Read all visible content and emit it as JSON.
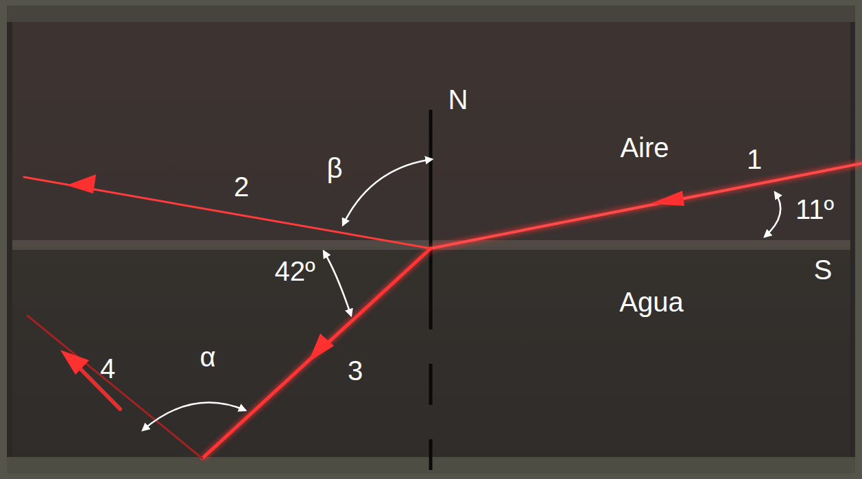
{
  "diagram": {
    "labels": [
      "N",
      "Aire",
      "β",
      "2",
      "1",
      "11º",
      "42º",
      "S",
      "Agua",
      "α",
      "4",
      "3"
    ]
  }
}
